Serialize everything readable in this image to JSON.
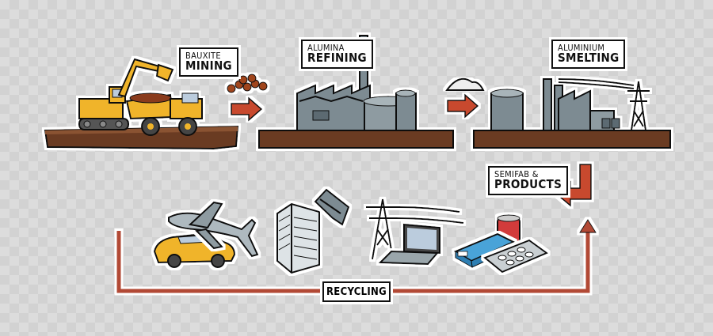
{
  "labels": {
    "mining": {
      "small": "BAUXITE",
      "big": "MINING"
    },
    "refining": {
      "small": "ALUMINA",
      "big": "REFINING"
    },
    "smelting": {
      "small": "ALUMINIUM",
      "big": "SMELTING"
    },
    "products": {
      "small": "SEMIFAB &",
      "big": "PRODUCTS"
    },
    "recycling": "RECYCLING"
  },
  "colors": {
    "ground": "#6b3b22",
    "arrow": "#c8492e",
    "recycle_line": "#b24a35",
    "machine_yellow": "#f0b429",
    "factory_gray": "#7d8b92"
  }
}
